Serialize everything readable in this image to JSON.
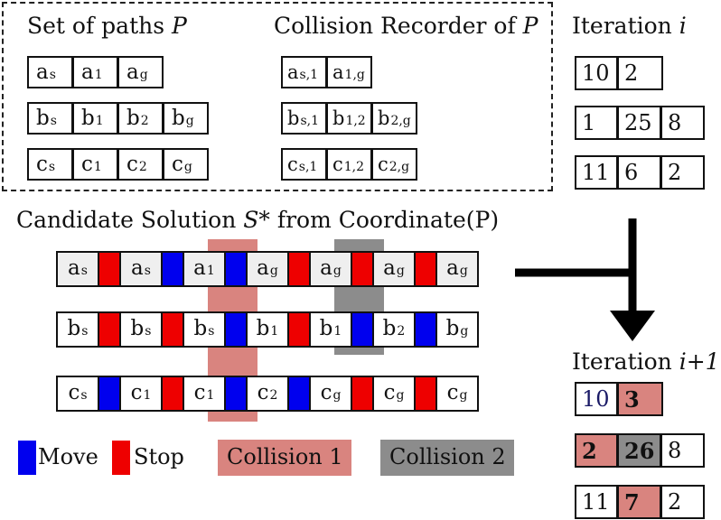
{
  "colors": {
    "move": "#0000ee",
    "stop": "#ee0000",
    "collision1": "#d9847f",
    "collision2": "#8c8c8c",
    "count_blue": "#1a1a66"
  },
  "paths_title": {
    "text": "Set of paths ",
    "var": "P"
  },
  "recorder_title": {
    "text": "Collision Recorder of ",
    "var": "P"
  },
  "paths": [
    [
      {
        "b": "a",
        "s": "s"
      },
      {
        "b": "a",
        "s": "1"
      },
      {
        "b": "a",
        "s": "g"
      }
    ],
    [
      {
        "b": "b",
        "s": "s"
      },
      {
        "b": "b",
        "s": "1"
      },
      {
        "b": "b",
        "s": "2"
      },
      {
        "b": "b",
        "s": "g"
      }
    ],
    [
      {
        "b": "c",
        "s": "s"
      },
      {
        "b": "c",
        "s": "1"
      },
      {
        "b": "c",
        "s": "2"
      },
      {
        "b": "c",
        "s": "g"
      }
    ]
  ],
  "recorder": [
    [
      {
        "b": "a",
        "s": "s,1"
      },
      {
        "b": "a",
        "s": "1,g"
      }
    ],
    [
      {
        "b": "b",
        "s": "s,1"
      },
      {
        "b": "b",
        "s": "1,2"
      },
      {
        "b": "b",
        "s": "2,g"
      }
    ],
    [
      {
        "b": "c",
        "s": "s,1"
      },
      {
        "b": "c",
        "s": "1,2"
      },
      {
        "b": "c",
        "s": "2,g"
      }
    ]
  ],
  "iteration_i": {
    "label": "Iteration ",
    "var": "i",
    "rows": [
      [
        "10",
        "2"
      ],
      [
        "1",
        "25",
        "8"
      ],
      [
        "11",
        "6",
        "2"
      ]
    ]
  },
  "candidate_title": {
    "pre": "Candidate Solution ",
    "var": "S*",
    "post": " from Coordinate(P)"
  },
  "solution": [
    {
      "cells": [
        {
          "b": "a",
          "s": "s"
        },
        {
          "b": "a",
          "s": "s"
        },
        {
          "b": "a",
          "s": "1"
        },
        {
          "b": "a",
          "s": "g"
        },
        {
          "b": "a",
          "s": "g"
        },
        {
          "b": "a",
          "s": "g"
        },
        {
          "b": "a",
          "s": "g"
        }
      ],
      "seps": [
        "stop",
        "move",
        "move",
        "stop",
        "stop",
        "stop"
      ]
    },
    {
      "cells": [
        {
          "b": "b",
          "s": "s"
        },
        {
          "b": "b",
          "s": "s"
        },
        {
          "b": "b",
          "s": "s"
        },
        {
          "b": "b",
          "s": "1"
        },
        {
          "b": "b",
          "s": "1"
        },
        {
          "b": "b",
          "s": "2"
        },
        {
          "b": "b",
          "s": "g"
        }
      ],
      "seps": [
        "stop",
        "stop",
        "move",
        "stop",
        "move",
        "move"
      ]
    },
    {
      "cells": [
        {
          "b": "c",
          "s": "s"
        },
        {
          "b": "c",
          "s": "1"
        },
        {
          "b": "c",
          "s": "1"
        },
        {
          "b": "c",
          "s": "2"
        },
        {
          "b": "c",
          "s": "g"
        },
        {
          "b": "c",
          "s": "g"
        },
        {
          "b": "c",
          "s": "g"
        }
      ],
      "seps": [
        "move",
        "stop",
        "move",
        "move",
        "stop",
        "stop"
      ]
    }
  ],
  "iteration_next": {
    "label": "Iteration ",
    "var": "i+1",
    "rows": [
      [
        {
          "v": "10",
          "hl": "",
          "bold": false,
          "blue": true
        },
        {
          "v": "3",
          "hl": "collision1",
          "bold": true
        }
      ],
      [
        {
          "v": "2",
          "hl": "collision1",
          "bold": true
        },
        {
          "v": "26",
          "hl": "collision2",
          "bold": true
        },
        {
          "v": "8",
          "hl": "",
          "bold": false
        }
      ],
      [
        {
          "v": "11",
          "hl": "",
          "bold": false
        },
        {
          "v": "7",
          "hl": "collision1",
          "bold": true
        },
        {
          "v": "2",
          "hl": "",
          "bold": false
        }
      ]
    ]
  },
  "legend": {
    "move": "Move",
    "stop": "Stop",
    "collision1": "Collision 1",
    "collision2": "Collision 2"
  }
}
